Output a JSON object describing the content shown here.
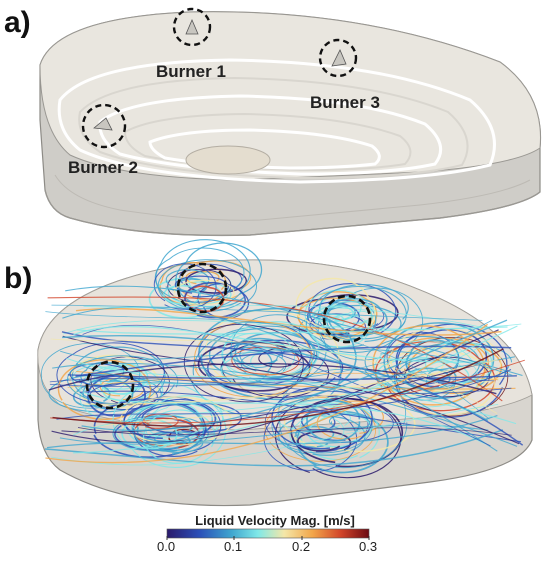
{
  "panels": {
    "a": {
      "label": "a)"
    },
    "b": {
      "label": "b)"
    }
  },
  "burners": [
    {
      "label": "Burner 1"
    },
    {
      "label": "Burner 2"
    },
    {
      "label": "Burner 3"
    }
  ],
  "colorbar": {
    "title": "Liquid Velocity Mag. [m/s]",
    "ticks": [
      "0.0",
      "0.1",
      "0.2",
      "0.3"
    ],
    "range": [
      0.0,
      0.3
    ],
    "colors": [
      "#2a1a6b",
      "#2b4fb8",
      "#3fa6cf",
      "#7fe8e8",
      "#f4e7a8",
      "#f2a64a",
      "#d2452a",
      "#6b0a12"
    ]
  }
}
